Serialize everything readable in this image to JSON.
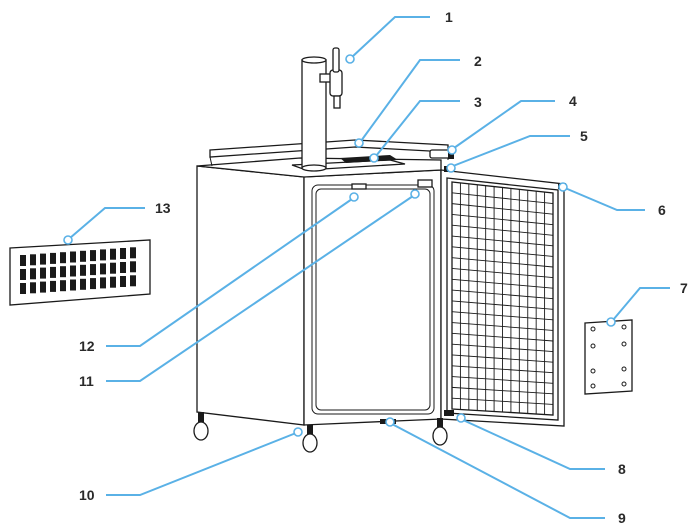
{
  "diagram": {
    "callouts": [
      {
        "id": "callout-1",
        "number": "1"
      },
      {
        "id": "callout-2",
        "number": "2"
      },
      {
        "id": "callout-3",
        "number": "3"
      },
      {
        "id": "callout-4",
        "number": "4"
      },
      {
        "id": "callout-5",
        "number": "5"
      },
      {
        "id": "callout-6",
        "number": "6"
      },
      {
        "id": "callout-7",
        "number": "7"
      },
      {
        "id": "callout-8",
        "number": "8"
      },
      {
        "id": "callout-9",
        "number": "9"
      },
      {
        "id": "callout-10",
        "number": "10"
      },
      {
        "id": "callout-11",
        "number": "11"
      },
      {
        "id": "callout-12",
        "number": "12"
      },
      {
        "id": "callout-13",
        "number": "13"
      }
    ],
    "colors": {
      "leader_line": "#5ab1e6",
      "outline": "#1a1a1a",
      "label_text": "#2a2a2a"
    }
  }
}
